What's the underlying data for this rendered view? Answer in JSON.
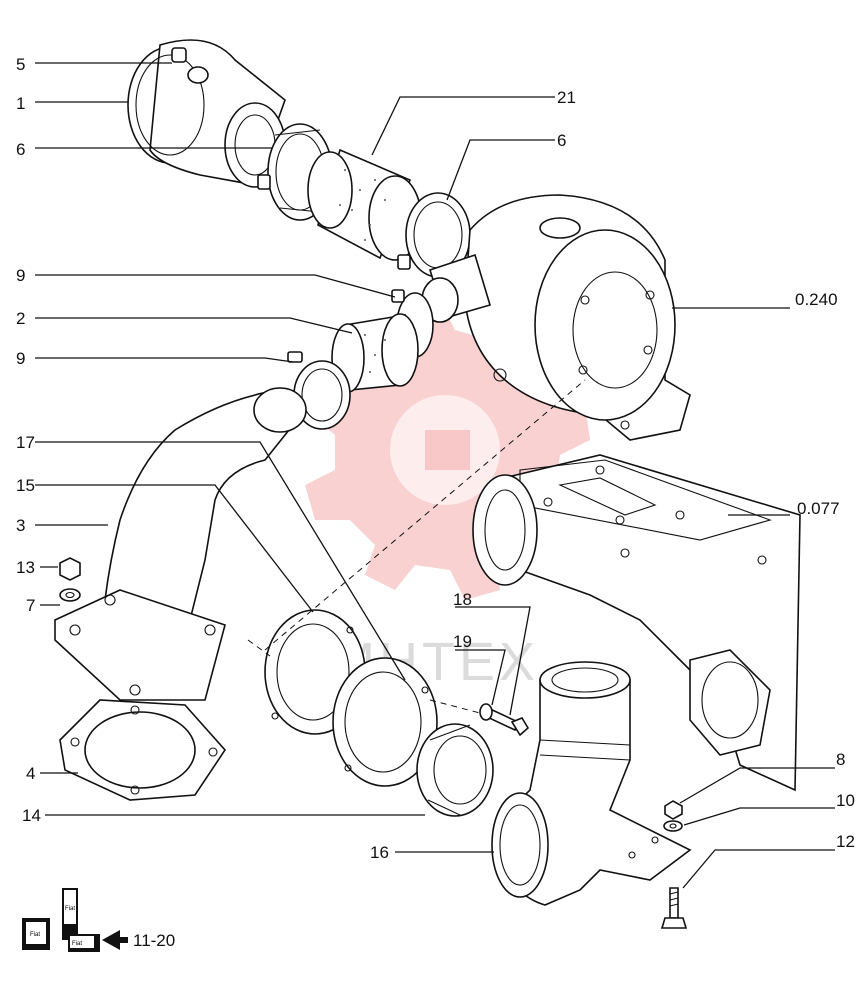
{
  "diagram": {
    "labels": {
      "l5": "5",
      "l1": "1",
      "l6a": "6",
      "l21": "21",
      "l6b": "6",
      "l9a": "9",
      "l2": "2",
      "l9b": "9",
      "l0240": "0.240",
      "l17": "17",
      "l15": "15",
      "l3": "3",
      "l13": "13",
      "l7": "7",
      "l0077": "0.077",
      "l18": "18",
      "l19": "19",
      "l4": "4",
      "l14": "14",
      "l8": "8",
      "l10": "10",
      "l16": "16",
      "l12": "12"
    },
    "watermark": "MHTEX",
    "page_ref": "11-20",
    "logo_text": [
      "Fiat",
      "Fiat",
      "Fiat"
    ]
  }
}
